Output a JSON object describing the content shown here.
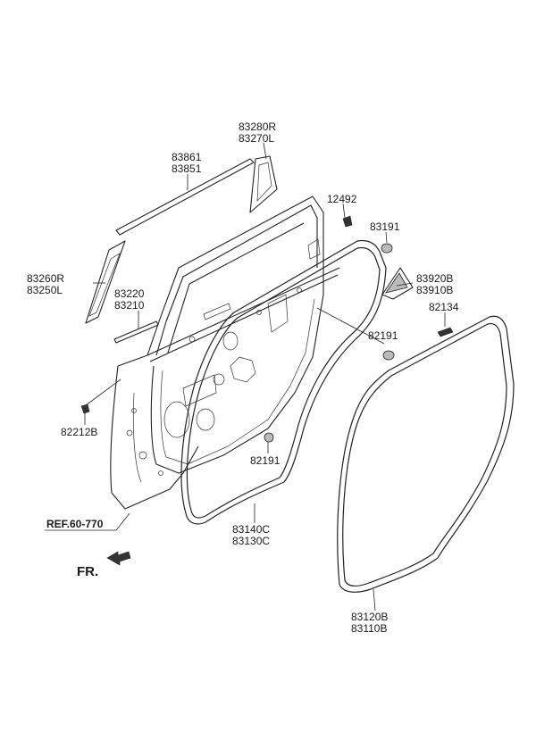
{
  "labels": {
    "p83280R": "83280R",
    "p83270L": "83270L",
    "p83861": "83861",
    "p83851": "83851",
    "p12492": "12492",
    "p83191": "83191",
    "p83260R": "83260R",
    "p83250L": "83250L",
    "p83220": "83220",
    "p83210": "83210",
    "p83920B": "83920B",
    "p83910B": "83910B",
    "p82134": "82134",
    "p82191a": "82191",
    "p82212B": "82212B",
    "p82191b": "82191",
    "p83140C": "83140C",
    "p83130C": "83130C",
    "p83120B": "83120B",
    "p83110B": "83110B",
    "ref": "REF.60-770",
    "fr": "FR."
  }
}
